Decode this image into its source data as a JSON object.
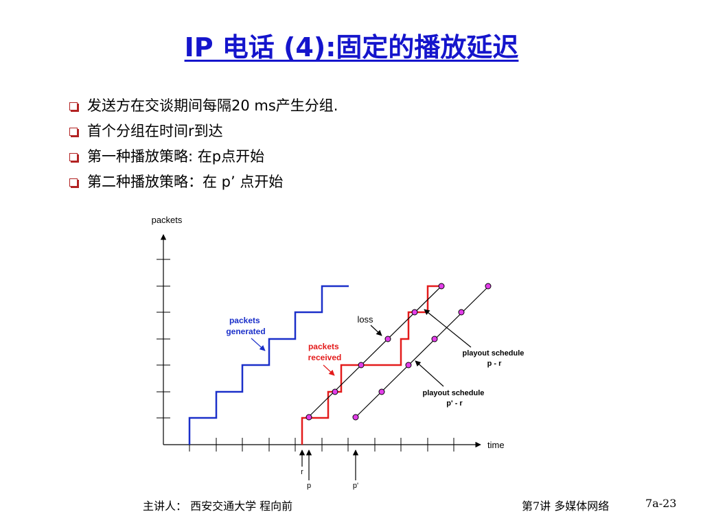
{
  "title": "IP 电话 (4):固定的播放延迟",
  "bullets": [
    "发送方在交谈期间每隔20 ms产生分组.",
    " 首个分组在时间r到达",
    " 第一种播放策略: 在p点开始",
    " 第二种播放策略：在 p’ 点开始"
  ],
  "diagram": {
    "y_axis_label": "packets",
    "x_axis_label": "time",
    "label_generated_1": "packets",
    "label_generated_2": "generated",
    "label_received_1": "packets",
    "label_received_2": "received",
    "label_loss": "loss",
    "label_playout1_1": "playout schedule",
    "label_playout1_2": "p - r",
    "label_playout2_1": "playout schedule",
    "label_playout2_2": "p' - r",
    "marker_r": "r",
    "marker_p": "p",
    "marker_p_prime": "p'",
    "colors": {
      "generated": "#1a2fc9",
      "received": "#e31b1b",
      "points": "#e23ee8",
      "axis": "#000000"
    }
  },
  "footer": {
    "left": "主讲人： 西安交通大学  程向前",
    "center": "第7讲 多媒体网络",
    "right": "7a-23"
  }
}
